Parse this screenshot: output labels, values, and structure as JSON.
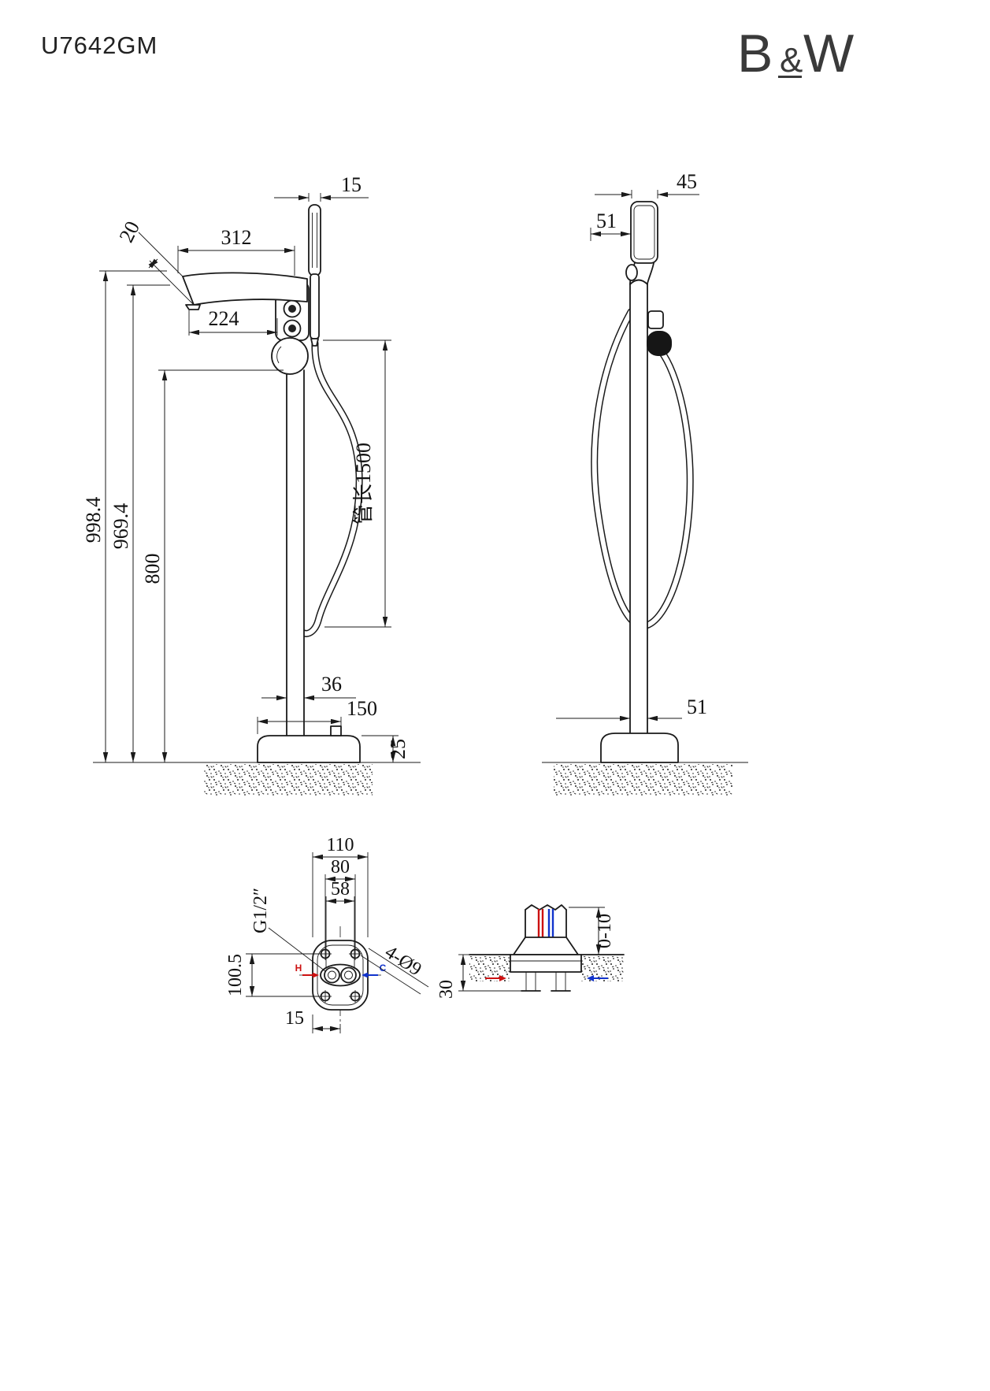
{
  "header": {
    "model": "U7642GM",
    "logo_b": "B",
    "logo_amp": "&",
    "logo_w": "W"
  },
  "front_view": {
    "dim_handshower_width": "15",
    "dim_spout_tip": "20",
    "dim_reach_total": "312",
    "dim_reach_spout": "224",
    "dim_height_total": "998.4",
    "dim_height_spout": "969.4",
    "dim_height_pipe": "800",
    "dim_hose_length": "管长1500",
    "dim_pipe_width": "36",
    "dim_base_width": "150",
    "dim_base_height": "25"
  },
  "side_view": {
    "dim_head_width": "45",
    "dim_head_depth": "51",
    "dim_base_pipe_width": "51"
  },
  "base_detail": {
    "dim_flange_width": "110",
    "dim_bolt_spacing": "80",
    "dim_port_spacing": "58",
    "label_thread": "G1/2″",
    "dim_bolt_spacing_v": "100.5",
    "dim_offset": "15",
    "label_holes": "4-Ø9",
    "label_hot": "H",
    "label_cold": "C"
  },
  "install_detail": {
    "dim_floor_gap": "0-10",
    "dim_embed_depth": "30"
  },
  "colors": {
    "line": "#1a1a1a",
    "hot": "#cc1111",
    "cold": "#1133cc"
  }
}
